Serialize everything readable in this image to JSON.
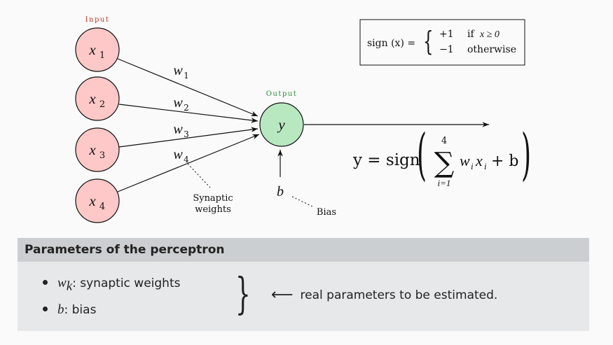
{
  "diagram": {
    "input_label": "Input",
    "output_label": "Output",
    "inputs": [
      {
        "symbol": "x",
        "index": "1"
      },
      {
        "symbol": "x",
        "index": "2"
      },
      {
        "symbol": "x",
        "index": "3"
      },
      {
        "symbol": "x",
        "index": "4"
      }
    ],
    "weights": [
      {
        "symbol": "w",
        "index": "1"
      },
      {
        "symbol": "w",
        "index": "2"
      },
      {
        "symbol": "w",
        "index": "3"
      },
      {
        "symbol": "w",
        "index": "4"
      }
    ],
    "output_symbol": "y",
    "bias_symbol": "b",
    "synaptic_annotation_line1": "Synaptic",
    "synaptic_annotation_line2": "weights",
    "bias_annotation": "Bias",
    "sign_function": {
      "lhs": "sign (x) =",
      "case1_value": "+1",
      "case1_condition_word": "if",
      "case1_condition": "x ≥ 0",
      "case2_value": "−1",
      "case2_condition": "otherwise"
    },
    "output_formula": {
      "lhs": "y = sign",
      "sum_upper": "4",
      "sum_lower": "i=1",
      "term": "w",
      "term_index": "i",
      "term2": "x",
      "term2_index": "i",
      "tail": "+ b"
    },
    "colors": {
      "input_fill": "#ffc8c8",
      "output_fill": "#b8e8c0",
      "input_label": "#c0392b",
      "output_label": "#2e8b3a"
    }
  },
  "block": {
    "title": "Parameters of the perceptron",
    "items": [
      {
        "symbol": "w",
        "index": "k",
        "text": ": synaptic weights"
      },
      {
        "symbol": "b",
        "index": "",
        "text": ": bias"
      }
    ],
    "conclusion_arrow": "⟵",
    "conclusion_text": "real parameters to be estimated."
  }
}
